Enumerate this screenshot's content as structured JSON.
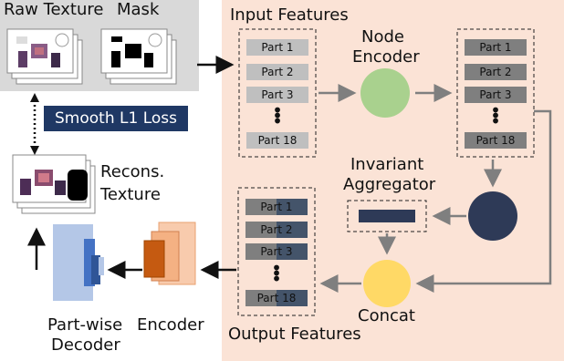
{
  "labels": {
    "raw_texture": "Raw Texture",
    "mask": "Mask",
    "input_features": "Input Features",
    "node_encoder_1": "Node",
    "node_encoder_2": "Encoder",
    "smooth_l1_loss": "Smooth L1 Loss",
    "recons_1": "Recons.",
    "recons_2": "Texture",
    "invariant_1": "Invariant",
    "invariant_2": "Aggregator",
    "concat": "Concat",
    "encoder": "Encoder",
    "partwise_1": "Part-wise",
    "partwise_2": "Decoder",
    "output_features": "Output Features"
  },
  "input_parts": [
    "Part 1",
    "Part 2",
    "Part 3",
    "Part 18"
  ],
  "encoded_parts": [
    "Part 1",
    "Part 2",
    "Part 3",
    "Part 18"
  ],
  "output_parts": [
    "Part 1",
    "Part 2",
    "Part 3",
    "Part 18"
  ],
  "colors": {
    "panel_bg": "#fbe3d6",
    "top_left_bg": "#d9d9d9",
    "loss_box": "#1f3864",
    "node_encoder": "#a9d18e",
    "aggregator_node": "#2e3a57",
    "concat_node": "#ffd966",
    "input_part": "#bfbfbf",
    "encoded_part": "#7f7f7f",
    "output_part_dark": "#44546a",
    "arrow_gray": "#7f7f7f",
    "arrow_black": "#111111"
  }
}
